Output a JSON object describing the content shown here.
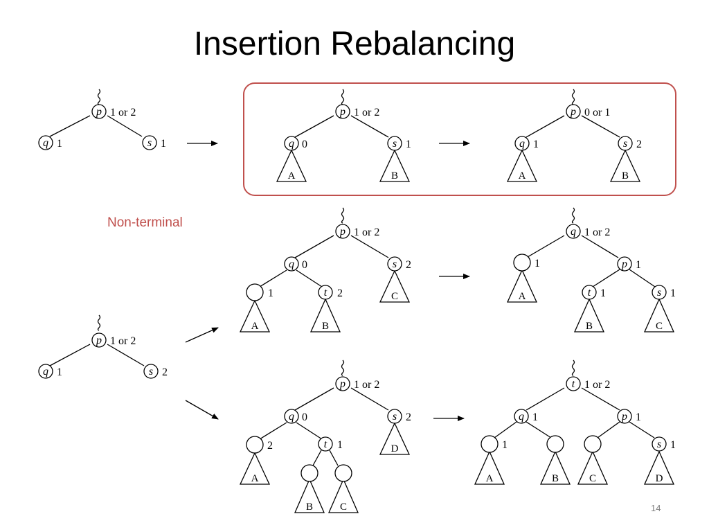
{
  "slide": {
    "title": "Insertion Rebalancing",
    "note": "Non-terminal",
    "page_number": "14",
    "accent_color": "#c0504d"
  },
  "trees": {
    "case1": {
      "p_node": "p",
      "p_factor": "1 or 2",
      "q_node": "q",
      "q_factor": "1",
      "s_node": "s",
      "s_factor": "1"
    },
    "terminal_before": {
      "p_node": "p",
      "p_factor": "1 or 2",
      "q_node": "q",
      "q_factor": "0",
      "s_node": "s",
      "s_factor": "1",
      "subtree_a": "A",
      "subtree_b": "B"
    },
    "terminal_after": {
      "p_node": "p",
      "p_factor": "0 or 1",
      "q_node": "q",
      "q_factor": "1",
      "s_node": "s",
      "s_factor": "2",
      "subtree_a": "A",
      "subtree_b": "B"
    },
    "case2": {
      "p_node": "p",
      "p_factor": "1 or 2",
      "q_node": "q",
      "q_factor": "1",
      "s_node": "s",
      "s_factor": "2"
    },
    "single_before": {
      "p_node": "p",
      "p_factor": "1 or 2",
      "q_node": "q",
      "q_factor": "0",
      "s_node": "s",
      "s_factor": "2",
      "left_factor": "1",
      "t_node": "t",
      "t_factor": "2",
      "subtree_a": "A",
      "subtree_b": "B",
      "subtree_c": "C"
    },
    "single_after": {
      "q_node": "q",
      "q_factor": "1 or 2",
      "left_factor": "1",
      "p_node": "p",
      "p_factor": "1",
      "t_node": "t",
      "t_factor": "1",
      "s_node": "s",
      "s_factor": "1",
      "subtree_a": "A",
      "subtree_b": "B",
      "subtree_c": "C"
    },
    "double_before": {
      "p_node": "p",
      "p_factor": "1 or 2",
      "q_node": "q",
      "q_factor": "0",
      "s_node": "s",
      "s_factor": "2",
      "left_factor": "2",
      "t_node": "t",
      "t_factor": "1",
      "subtree_a": "A",
      "subtree_b": "B",
      "subtree_c": "C",
      "subtree_d": "D"
    },
    "double_after": {
      "t_node": "t",
      "t_factor": "1 or 2",
      "q_node": "q",
      "q_factor": "1",
      "p_node": "p",
      "p_factor": "1",
      "left_factor": "1",
      "s_node": "s",
      "s_factor": "1",
      "subtree_a": "A",
      "subtree_b": "B",
      "subtree_c": "C",
      "subtree_d": "D"
    }
  }
}
